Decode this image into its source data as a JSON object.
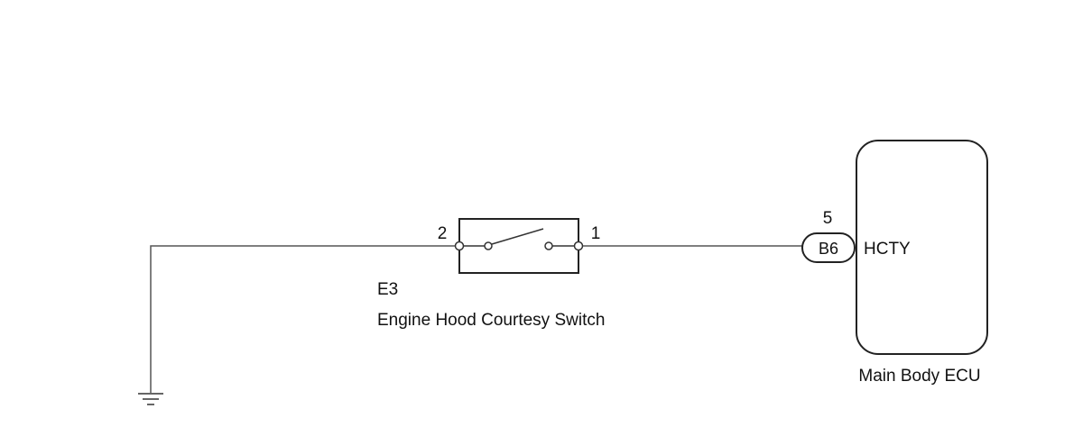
{
  "switch": {
    "code": "E3",
    "name": "Engine Hood Courtesy Switch",
    "pin_left": "2",
    "pin_right": "1"
  },
  "connector": {
    "code": "B6",
    "pin": "5",
    "signal": "HCTY"
  },
  "ecu": {
    "name": "Main Body ECU"
  }
}
